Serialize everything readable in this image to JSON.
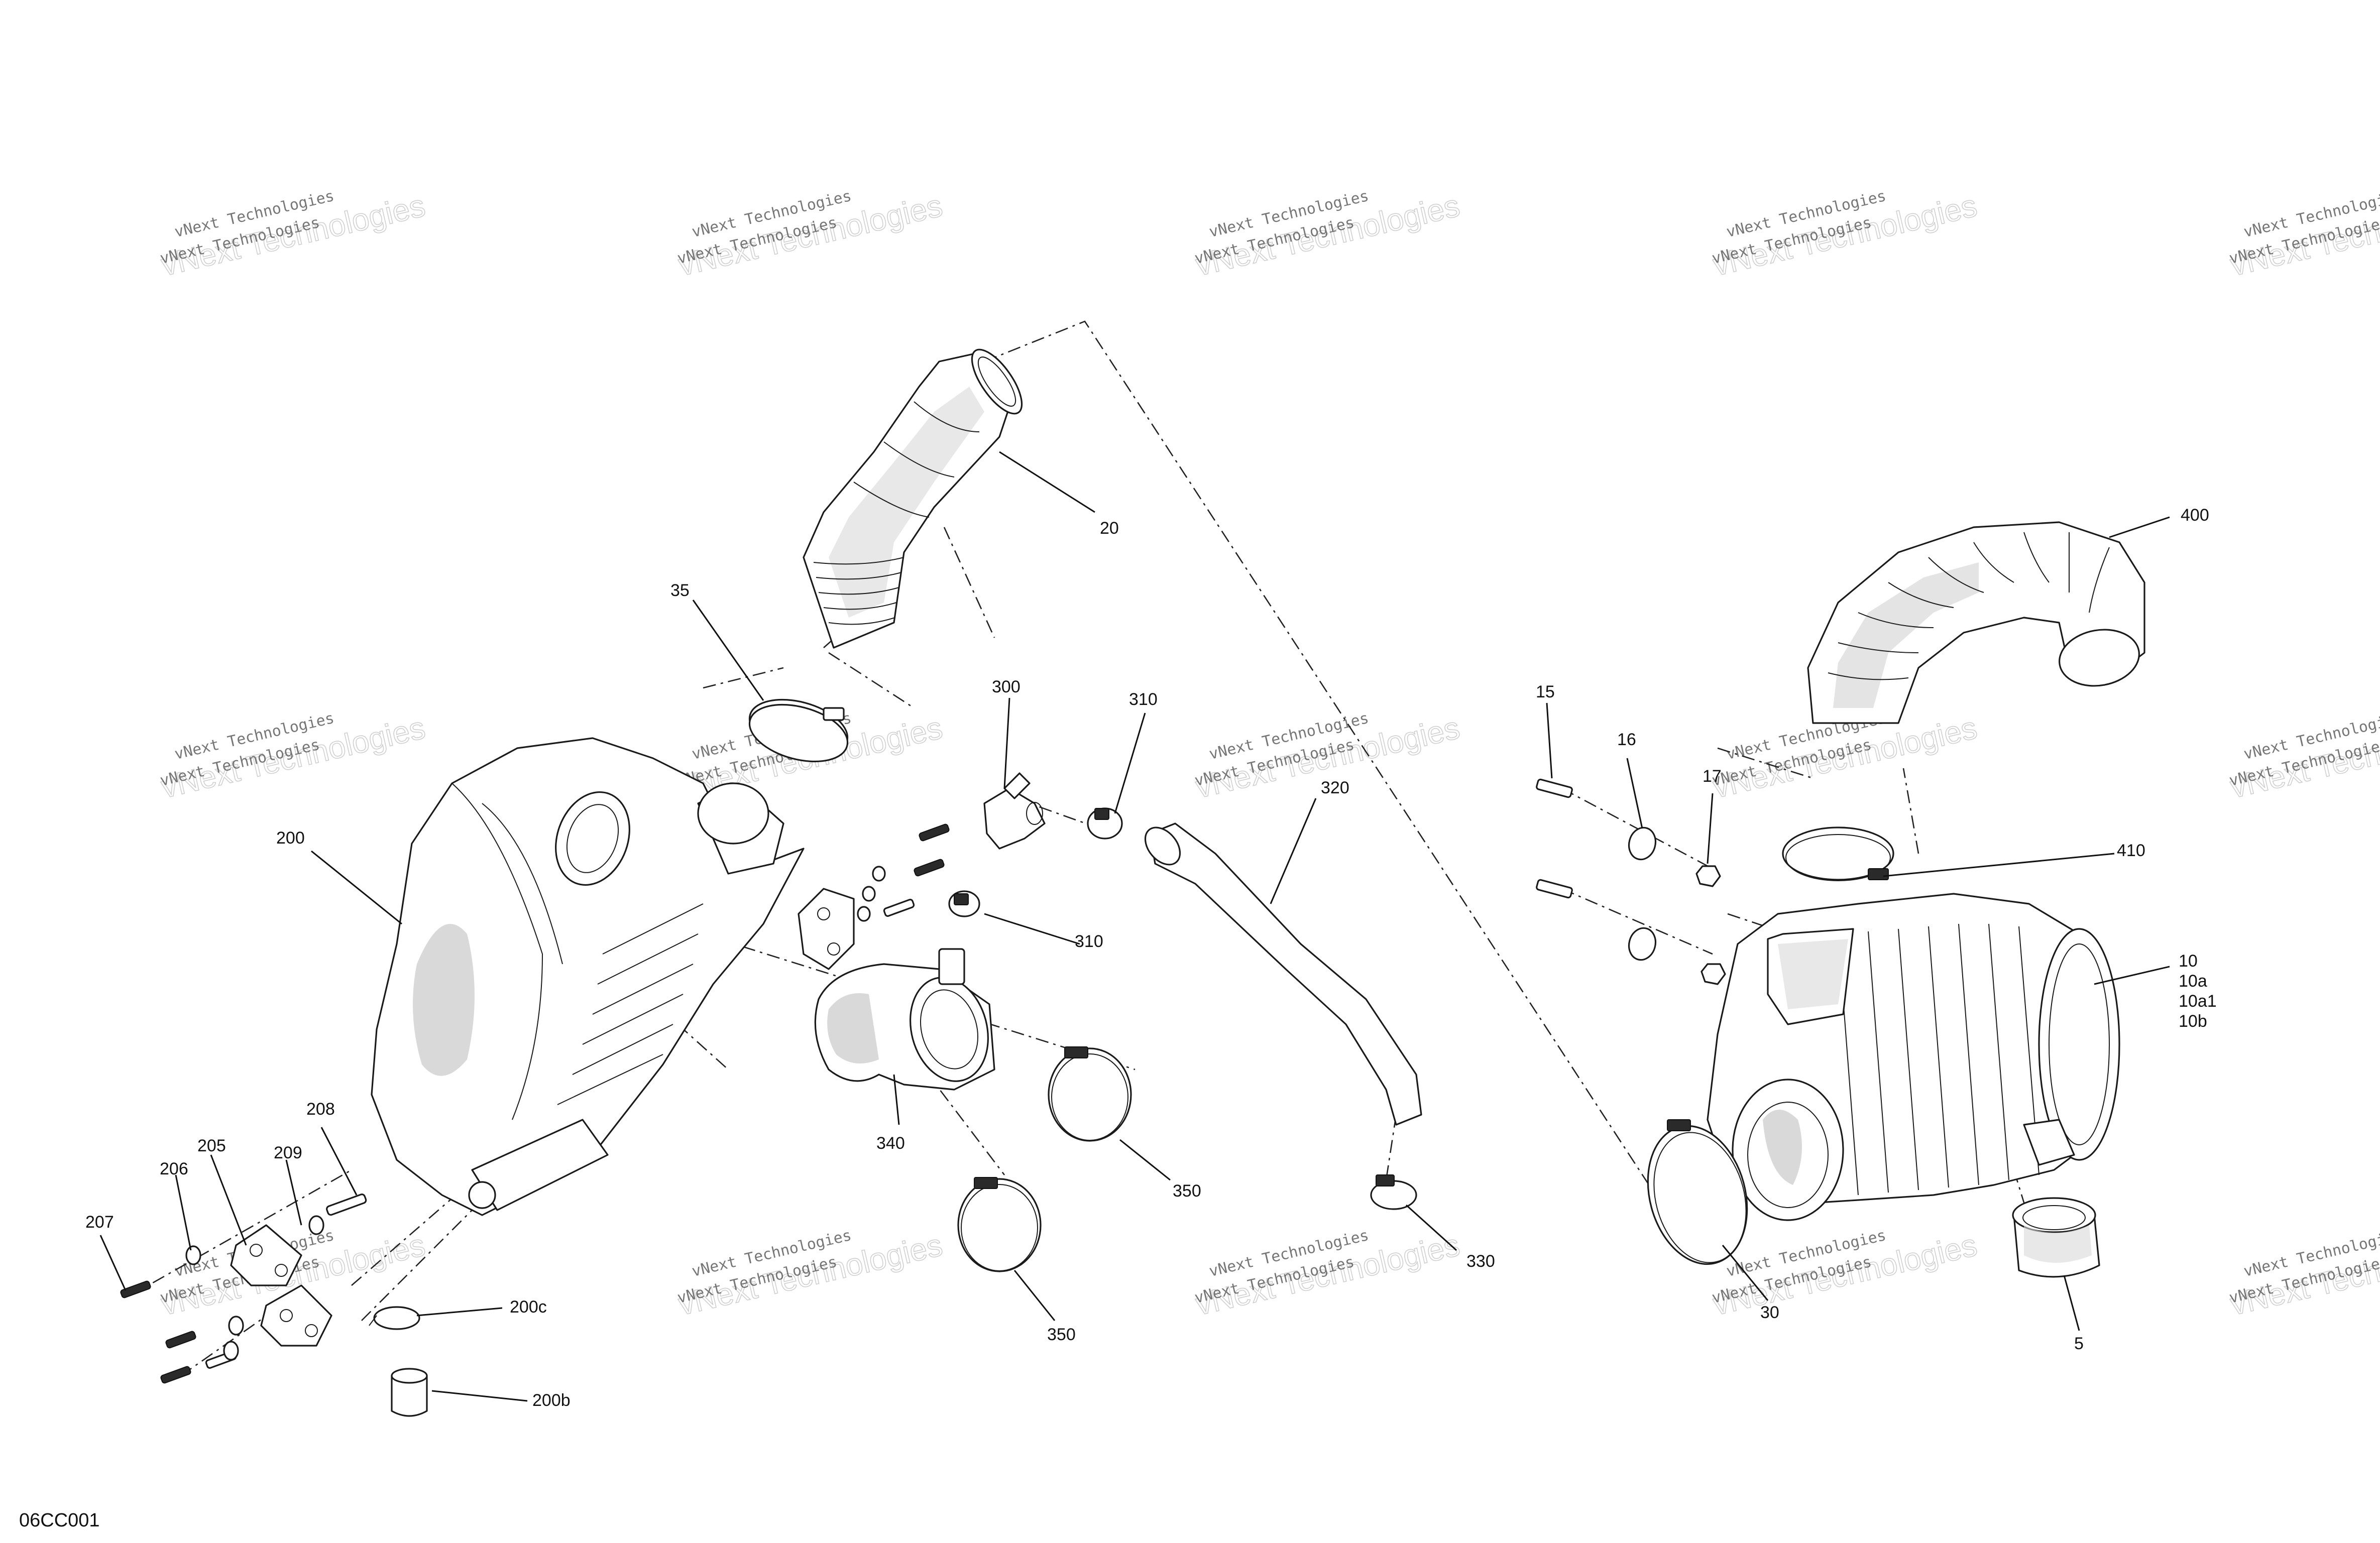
{
  "figure_code": "06CC001",
  "watermark": {
    "small": "vNext Technologies",
    "big": "vNext Technologies"
  },
  "callouts": {
    "c5": "5",
    "c10": "10",
    "c10a": "10a",
    "c10a1": "10a1",
    "c10b": "10b",
    "c15": "15",
    "c16": "16",
    "c17": "17",
    "c20": "20",
    "c30": "30",
    "c35": "35",
    "c200": "200",
    "c200b": "200b",
    "c200c": "200c",
    "c205": "205",
    "c206": "206",
    "c207": "207",
    "c208": "208",
    "c209": "209",
    "c300": "300",
    "c310a": "310",
    "c310b": "310",
    "c320": "320",
    "c330": "330",
    "c340": "340",
    "c350a": "350",
    "c350b": "350",
    "c400": "400",
    "c410": "410"
  }
}
